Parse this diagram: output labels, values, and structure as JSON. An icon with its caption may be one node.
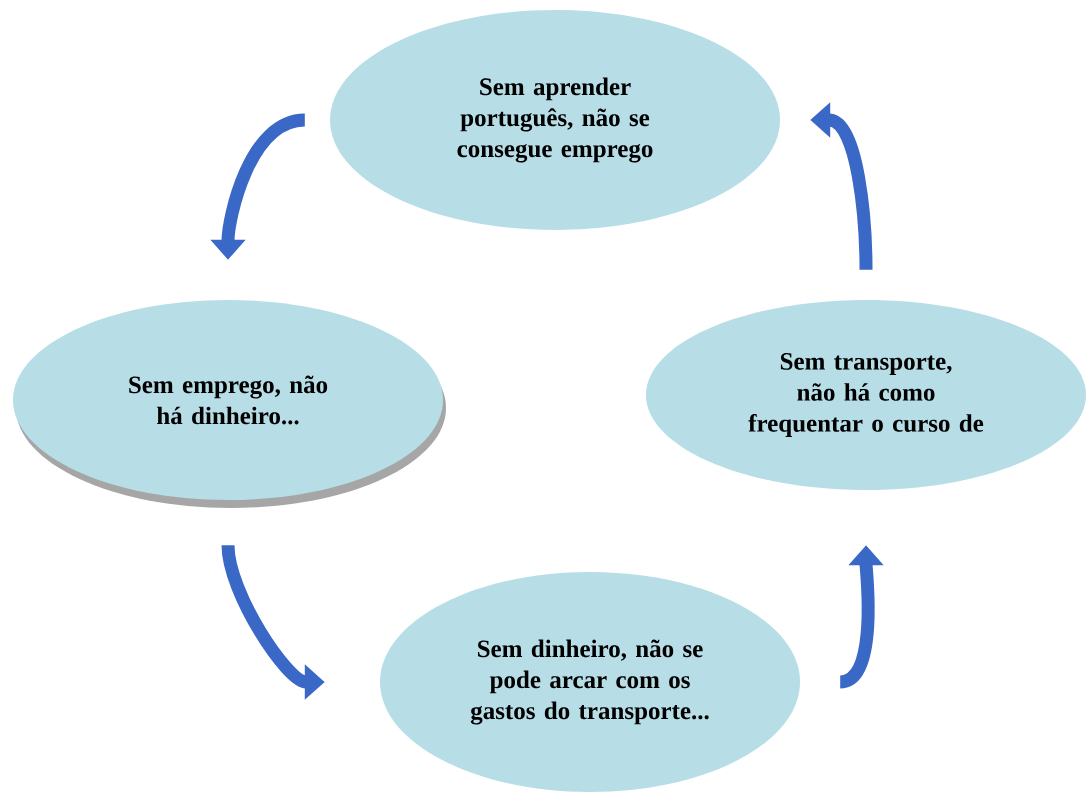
{
  "diagram": {
    "nodes": [
      {
        "text": [
          "Sem aprender português, não se consegue emprego"
        ]
      },
      {
        "text": [
          "Sem emprego, não há dinheiro..."
        ]
      },
      {
        "text": [
          "Sem transporte, não há como frequentar o curso de"
        ]
      },
      {
        "text": [
          "Sem dinheiro, não se pode arcar com os gastos do transporte..."
        ]
      }
    ],
    "edges": [
      {
        "from": 0,
        "to": 1,
        "arrow": "to"
      },
      {
        "from": 1,
        "to": 3,
        "arrow": "to"
      },
      {
        "from": 3,
        "to": 2,
        "arrow": "to"
      },
      {
        "from": 2,
        "to": 0,
        "arrow": "to"
      }
    ]
  }
}
